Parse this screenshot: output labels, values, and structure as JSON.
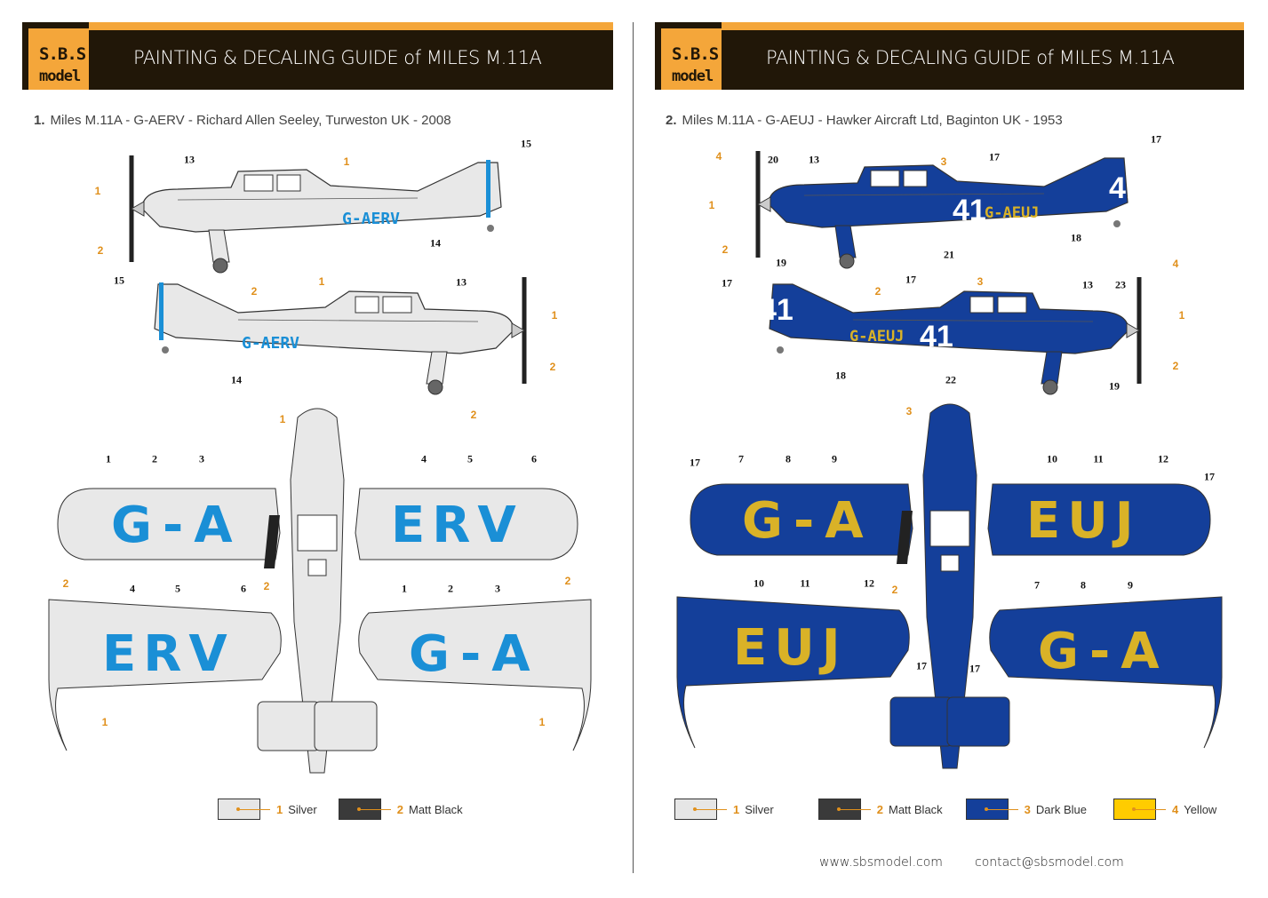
{
  "header": {
    "logo_top": "S.B.S",
    "logo_bottom": "model",
    "title": "PAINTING & DECALING GUIDE of MILES M.11A"
  },
  "colors": {
    "header_bg": "#211708",
    "accent": "#f4a63a",
    "silver": "#e6e6e6",
    "matt_black": "#3a3a3a",
    "dark_blue": "#143f9a",
    "yellow": "#ffcc00",
    "decal_blue": "#1a8fd6"
  },
  "page1": {
    "num": "1.",
    "subtitle": "Miles M.11A - G-AERV - Richard Allen Seeley, Turweston UK - 2008",
    "registration": "G-AERV",
    "wing_left": "G-A",
    "wing_right": "ERV",
    "callouts": [
      "1",
      "1",
      "2",
      "13",
      "15",
      "14",
      "2",
      "15",
      "1",
      "13",
      "1",
      "2",
      "14",
      "2",
      "1",
      "1",
      "2",
      "3",
      "4",
      "5",
      "6",
      "2",
      "2",
      "4",
      "5",
      "6",
      "1",
      "2",
      "3",
      "2",
      "1",
      "1"
    ],
    "legend": [
      {
        "num": "1",
        "label": "Silver"
      },
      {
        "num": "2",
        "label": "Matt Black"
      }
    ]
  },
  "page2": {
    "num": "2.",
    "subtitle": "Miles M.11A - G-AEUJ - Hawker Aircraft Ltd, Baginton UK - 1953",
    "registration": "G-AEUJ",
    "race_number": "41",
    "wing_left": "G-A",
    "wing_right": "EUJ",
    "callouts": [
      "4",
      "20",
      "13",
      "3",
      "17",
      "17",
      "1",
      "2",
      "21",
      "18",
      "19",
      "2",
      "17",
      "17",
      "3",
      "13",
      "23",
      "4",
      "1",
      "2",
      "18",
      "22",
      "19",
      "3",
      "17",
      "7",
      "8",
      "9",
      "10",
      "11",
      "12",
      "17",
      "2",
      "10",
      "11",
      "12",
      "17",
      "7",
      "8",
      "9",
      "17"
    ],
    "legend": [
      {
        "num": "1",
        "label": "Silver"
      },
      {
        "num": "2",
        "label": "Matt Black"
      },
      {
        "num": "3",
        "label": "Dark Blue"
      },
      {
        "num": "4",
        "label": "Yellow"
      }
    ],
    "website": "www.sbsmodel.com",
    "email": "contact@sbsmodel.com"
  }
}
